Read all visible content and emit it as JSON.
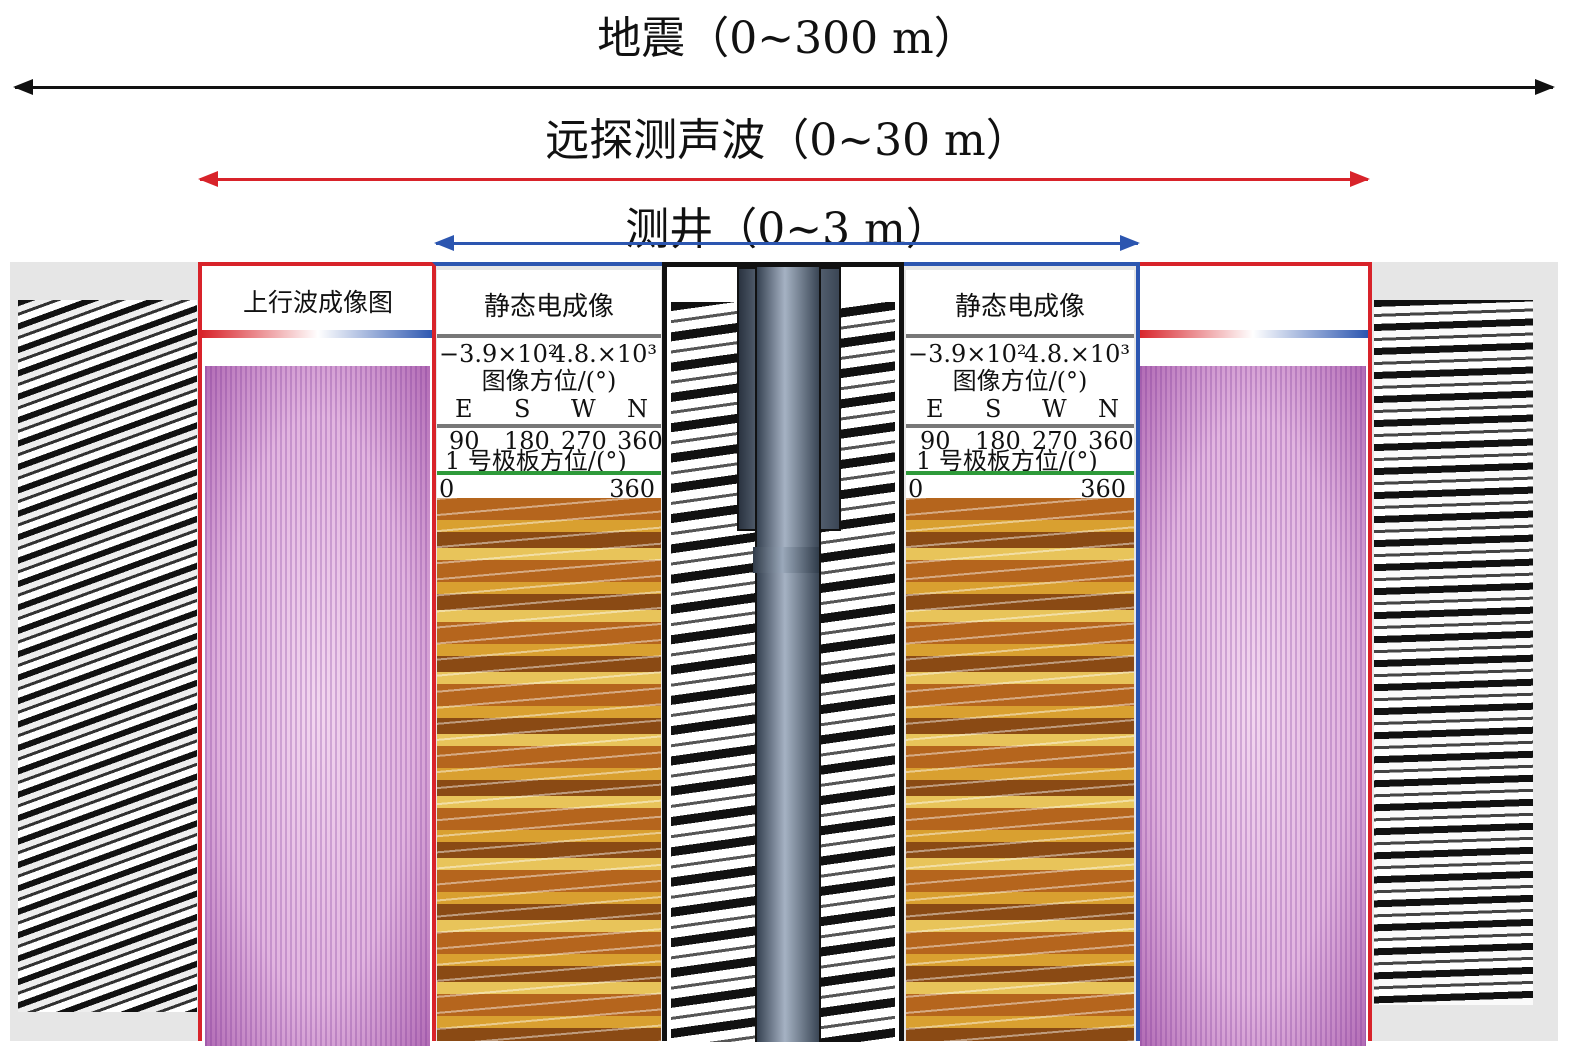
{
  "titles": {
    "seismic": "地震（0~300 m）",
    "far_acoustic": "远探测声波（0~30 m）",
    "logging": "测井（0~3 m）"
  },
  "panels": {
    "upgoing": "上行波成像图",
    "left_elec": {
      "title": "静态电成像",
      "scale_min": "−3.9×10²",
      "scale_max": "4.8.×10³",
      "azimuth_label": "图像方位/(°)",
      "dirs": [
        "E",
        "S",
        "W",
        "N"
      ],
      "ticks": [
        "90",
        "180",
        "270",
        "360"
      ],
      "pad_label": "1 号极板方位/(°)",
      "pad_min": "0",
      "pad_max": "360"
    },
    "right_elec": {
      "title": "静态电成像",
      "scale_min": "−3.9×10²",
      "scale_max": "4.8.×10³",
      "azimuth_label": "图像方位/(°)",
      "dirs": [
        "E",
        "S",
        "W",
        "N"
      ],
      "ticks": [
        "90",
        "180",
        "270",
        "360"
      ],
      "pad_label": "1 号极板方位/(°)",
      "pad_min": "0",
      "pad_max": "360"
    }
  },
  "colors": {
    "seismic_arrow": "#111111",
    "far_arrow": "#d8232a",
    "log_arrow": "#2c56b0"
  }
}
